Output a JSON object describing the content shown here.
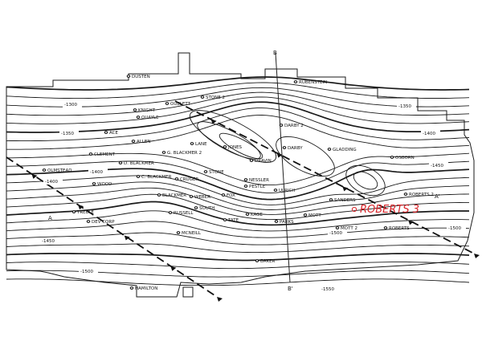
{
  "highlight": {
    "label": "ROBERTS 3",
    "color": "#d9262b"
  },
  "section_markers": {
    "a_left": "A",
    "a_right": "A'",
    "b_top": "B",
    "b_bottom": "B'"
  },
  "contour_labels": [
    "-1300",
    "-1350",
    "-1400",
    "-1450",
    "-1500",
    "-1550",
    "-1350",
    "-1400",
    "-1450",
    "-1500",
    "-1500",
    "-1400"
  ],
  "wells": [
    {
      "name": "DUSTEN",
      "icon": "well-symbol"
    },
    {
      "name": "RUBENSTEIN",
      "icon": "well-symbol"
    },
    {
      "name": "STONE 2",
      "icon": "well-symbol"
    },
    {
      "name": "OUELETT",
      "icon": "well-symbol"
    },
    {
      "name": "KNIGHT",
      "icon": "well-symbol"
    },
    {
      "name": "QUAYLE",
      "icon": "well-symbol"
    },
    {
      "name": "DARBY 2",
      "icon": "well-symbol"
    },
    {
      "name": "ACE",
      "icon": "well-symbol"
    },
    {
      "name": "ALLEN",
      "icon": "well-symbol"
    },
    {
      "name": "LANE",
      "icon": "well-symbol"
    },
    {
      "name": "JONES",
      "icon": "well-symbol"
    },
    {
      "name": "DARBY",
      "icon": "well-symbol"
    },
    {
      "name": "GLADDING",
      "icon": "well-symbol"
    },
    {
      "name": "CLEMENT",
      "icon": "well-symbol"
    },
    {
      "name": "D. BLACKMER",
      "icon": "well-symbol"
    },
    {
      "name": "G. BLACKMER 2",
      "icon": "well-symbol"
    },
    {
      "name": "DRAVIN",
      "icon": "well-symbol"
    },
    {
      "name": "OSBORN",
      "icon": "well-symbol"
    },
    {
      "name": "OLMSTEAD",
      "icon": "well-symbol"
    },
    {
      "name": "STONE",
      "icon": "well-symbol"
    },
    {
      "name": "C. BLACKMER",
      "icon": "well-symbol"
    },
    {
      "name": "CRUGER",
      "icon": "well-symbol"
    },
    {
      "name": "NESSLER",
      "icon": "well-symbol"
    },
    {
      "name": "PESTLE",
      "icon": "well-symbol"
    },
    {
      "name": "WOOD",
      "icon": "well-symbol"
    },
    {
      "name": "ULRICH",
      "icon": "well-symbol"
    },
    {
      "name": "ROBERTS 2",
      "icon": "well-symbol"
    },
    {
      "name": "BLACKMER",
      "icon": "well-symbol"
    },
    {
      "name": "WEBER",
      "icon": "well-symbol"
    },
    {
      "name": "FOX",
      "icon": "well-symbol"
    },
    {
      "name": "SANDERS",
      "icon": "well-symbol"
    },
    {
      "name": "TREBLE",
      "icon": "well-symbol"
    },
    {
      "name": "RUSSELL",
      "icon": "well-symbol"
    },
    {
      "name": "SOUTH",
      "icon": "well-symbol"
    },
    {
      "name": "DEV CORP",
      "icon": "well-symbol"
    },
    {
      "name": "KAGE",
      "icon": "well-symbol"
    },
    {
      "name": "MOTT",
      "icon": "well-symbol"
    },
    {
      "name": "TATE",
      "icon": "well-symbol"
    },
    {
      "name": "PARKS",
      "icon": "well-symbol"
    },
    {
      "name": "MOTT 2",
      "icon": "well-symbol"
    },
    {
      "name": "ROBERTS",
      "icon": "well-symbol"
    },
    {
      "name": "MCNEILL",
      "icon": "well-symbol"
    },
    {
      "name": "BAKER",
      "icon": "well-symbol"
    },
    {
      "name": "HAMILTON",
      "icon": "well-symbol"
    }
  ]
}
